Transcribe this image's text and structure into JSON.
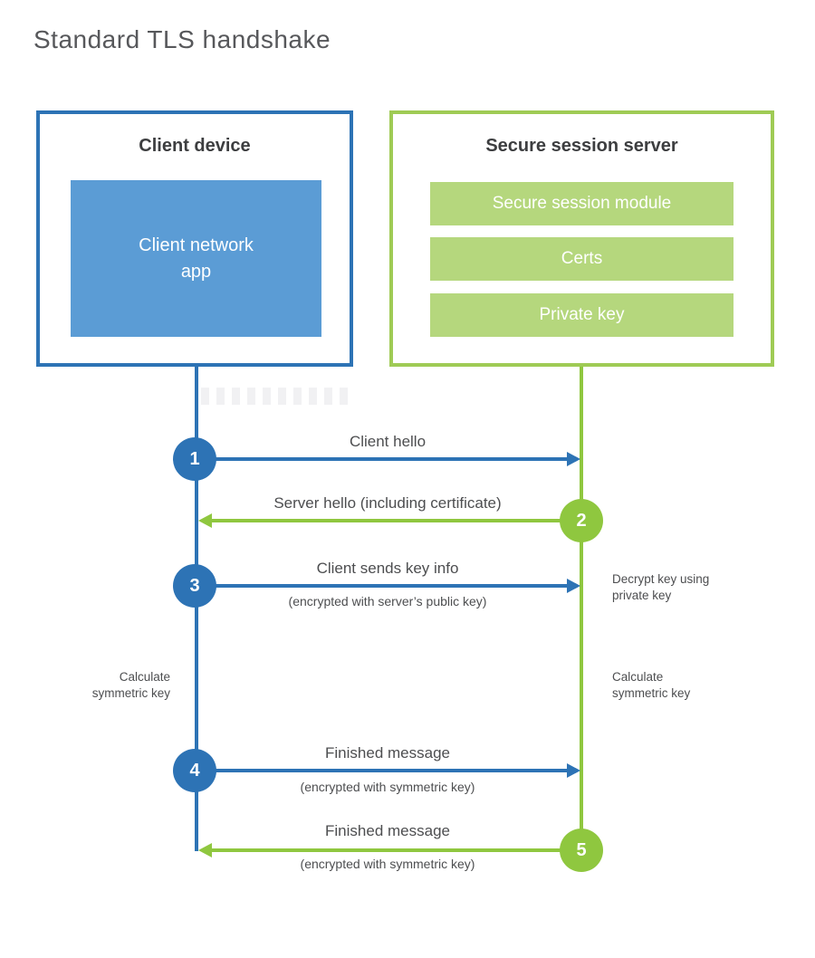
{
  "title": "Standard TLS handshake",
  "client": {
    "title": "Client device",
    "app_label": "Client network app"
  },
  "server": {
    "title": "Secure session server",
    "modules": [
      "Secure session module",
      "Certs",
      "Private key"
    ]
  },
  "steps": [
    {
      "num": "1",
      "label": "Client hello",
      "sub": "",
      "direction": "right",
      "color": "blue"
    },
    {
      "num": "2",
      "label": "Server hello (including certificate)",
      "sub": "",
      "direction": "left",
      "color": "green"
    },
    {
      "num": "3",
      "label": "Client sends key info",
      "sub": "(encrypted with server’s public key)",
      "direction": "right",
      "color": "blue"
    },
    {
      "num": "4",
      "label": "Finished message",
      "sub": "(encrypted with symmetric key)",
      "direction": "right",
      "color": "blue"
    },
    {
      "num": "5",
      "label": "Finished message",
      "sub": "(encrypted with symmetric key)",
      "direction": "left",
      "color": "green"
    }
  ],
  "notes": {
    "decrypt_right": "Decrypt key using\nprivate key",
    "calculate_left": "Calculate\nsymmetric key",
    "calculate_right": "Calculate\nsymmetric key"
  },
  "colors": {
    "blue": "#2d73b5",
    "blue_fill": "#5b9cd5",
    "green": "#8fc73f",
    "green_border": "#9fcb55",
    "green_fill": "#b5d77d"
  }
}
